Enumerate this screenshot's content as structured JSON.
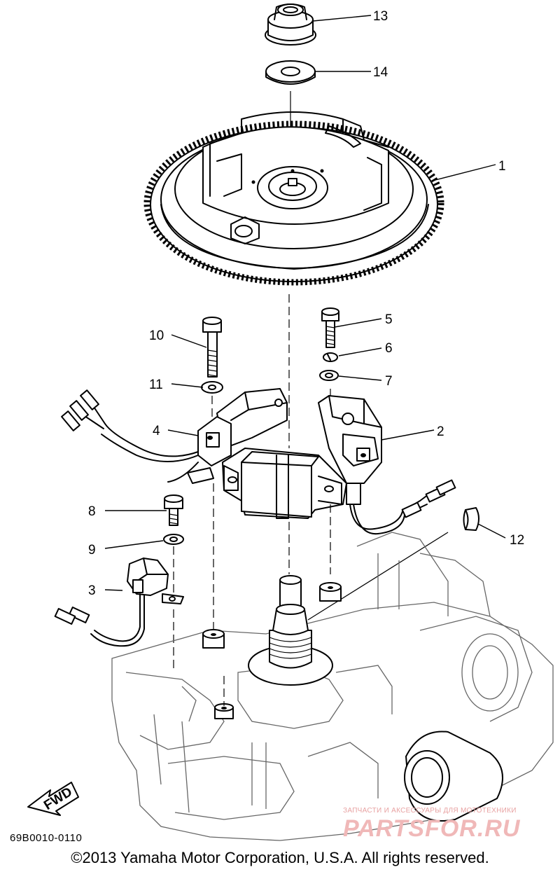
{
  "callouts": {
    "p1": "1",
    "p2": "2",
    "p3": "3",
    "p4": "4",
    "p5": "5",
    "p6": "6",
    "p7": "7",
    "p8": "8",
    "p9": "9",
    "p10": "10",
    "p11": "11",
    "p12": "12",
    "p13": "13",
    "p14": "14"
  },
  "direction_label": "FWD",
  "part_code": "69B0010-0110",
  "copyright": "©2013 Yamaha Motor Corporation, U.S.A. All rights reserved.",
  "watermark": {
    "subtitle": "ЗАПЧАСТИ И АКСЕССУАРЫ ДЛЯ МОТОТЕХНИКИ",
    "brand": "PARTSFOR.RU"
  },
  "colors": {
    "line": "#000000",
    "background": "#ffffff",
    "watermark": "#f0b8b8"
  }
}
